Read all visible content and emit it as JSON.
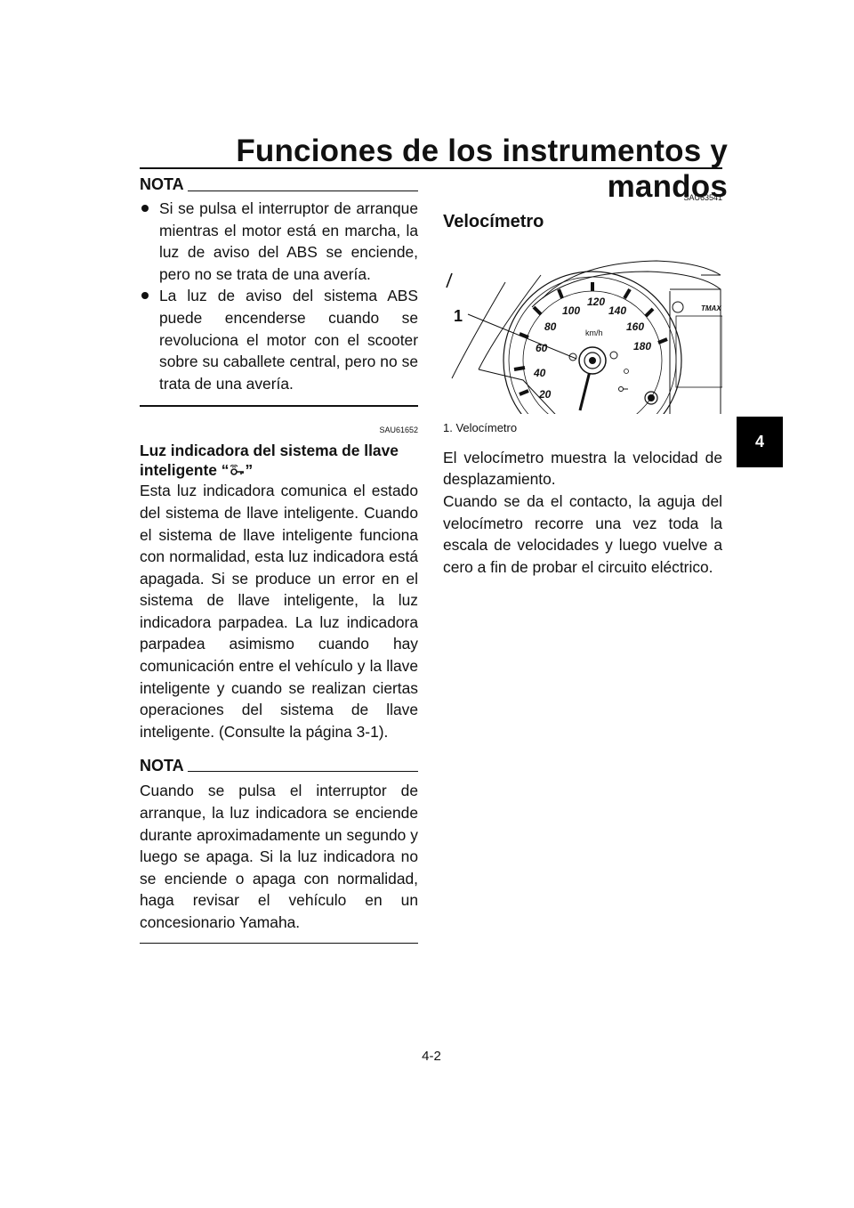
{
  "header": {
    "title": "Funciones de los instrumentos y mandos",
    "chapter_tab": "4"
  },
  "left": {
    "nota1": {
      "label": "NOTA",
      "items": [
        "Si se pulsa el interruptor de arranque mientras el motor está en marcha, la luz de aviso del ABS se enciende, pero no se trata de una avería.",
        "La luz de aviso del sistema ABS puede encenderse cuando se revoluciona el motor con el scooter sobre su caballete central, pero no se trata de una avería."
      ]
    },
    "section": {
      "code": "SAU61652",
      "heading_prefix": "Luz indicadora del sistema de llave inteligente “",
      "heading_suffix": "”",
      "body": "Esta luz indicadora comunica el estado del sistema de llave inteligente. Cuando el sistema de llave inteligente funciona con normalidad, esta luz indicadora está apagada. Si se produce un error en el sistema de llave inteligente, la luz indicadora parpadea. La luz indicadora parpadea asimismo cuando hay comunicación entre el vehículo y la llave inteligente y cuando se realizan ciertas operaciones del sistema de llave inteligente. (Consulte la página 3-1)."
    },
    "nota2": {
      "label": "NOTA",
      "body": "Cuando se pulsa el interruptor de arranque, la luz indicadora se enciende durante aproximadamente un segundo y luego se apaga. Si la luz indicadora no se enciende o apaga con normalidad, haga revisar el vehículo en un concesionario Yamaha."
    }
  },
  "right": {
    "code": "SAU63541",
    "title": "Velocímetro",
    "figure": {
      "callout": "1",
      "unit": "km/h",
      "ticks": [
        "20",
        "40",
        "60",
        "80",
        "100",
        "120",
        "140",
        "160",
        "180"
      ],
      "brand": "TMAX",
      "caption": "1. Velocímetro"
    },
    "paragraphs": [
      "El velocímetro muestra la velocidad de desplazamiento.",
      "Cuando se da el contacto, la aguja del velocímetro recorre una vez toda la escala de velocidades y luego vuelve a cero a fin de probar el circuito eléctrico."
    ]
  },
  "footer": {
    "page_number": "4-2"
  }
}
